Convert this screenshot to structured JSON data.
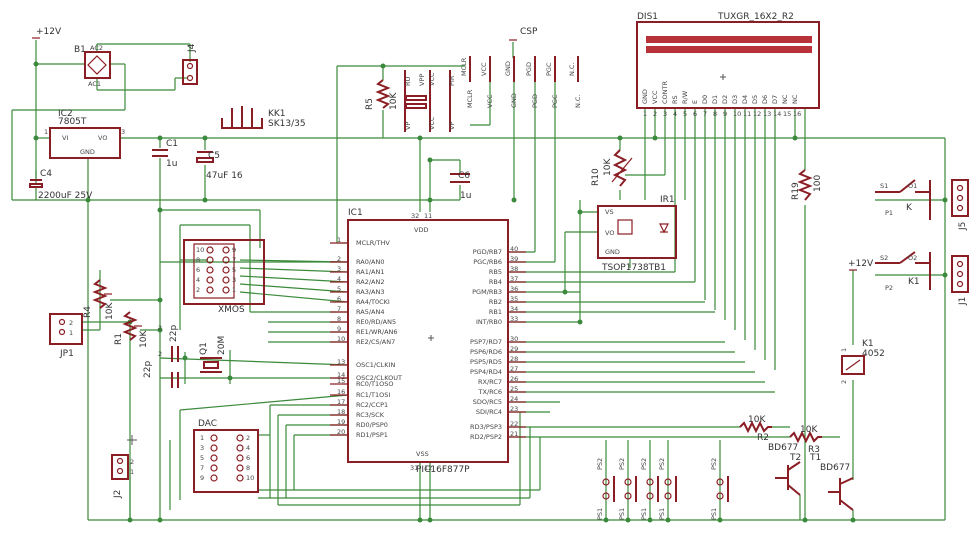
{
  "supply": {
    "v12_left": "+12V",
    "v12_right": "+12V"
  },
  "csp": "CSP",
  "bridge": {
    "name": "B1",
    "ac1": "AC1",
    "ac2": "AC2"
  },
  "j4": "J4",
  "ic2": {
    "name": "IC2",
    "value": "7805T",
    "vi": "VI",
    "vo": "VO",
    "gnd": "GND",
    "pin1": "1",
    "pin3": "3"
  },
  "c4": {
    "name": "C4",
    "value": "2200uF 25V"
  },
  "c1": {
    "name": "C1",
    "value": "1u"
  },
  "c5": {
    "name": "C5",
    "value": "47uF 16"
  },
  "c6": {
    "name": "C6",
    "value": "1u"
  },
  "heatsink": {
    "name": "KK1",
    "value": "SK13/35"
  },
  "r5": {
    "name": "R5",
    "value": "10K"
  },
  "r4": {
    "name": "R4",
    "value": "10K"
  },
  "r1": {
    "name": "R1",
    "value": "10K"
  },
  "r10": {
    "name": "R10",
    "value": "10K"
  },
  "r19": {
    "name": "R19",
    "value": "100"
  },
  "r2": {
    "name": "R2",
    "value": "10K"
  },
  "r3": {
    "name": "R3",
    "value": "10K"
  },
  "xtal": {
    "name": "Q1",
    "value": "20M",
    "c_a": "22p",
    "c_b": "22p",
    "c_a_pos": "2",
    "c_b_pos": "2"
  },
  "csp_pins_top": [
    "MCLR",
    "VCC",
    "GND",
    "PGD",
    "PGC",
    "N.C."
  ],
  "csp_pins_bottom": [
    "MCLR",
    "VCC",
    "GND",
    "PGD",
    "PGC",
    "N.C."
  ],
  "mclr_jumper": [
    "RU",
    "VPP",
    "VCC",
    "PIR"
  ],
  "mclr_jumper_bottom": [
    "VP",
    "VCC",
    "VP"
  ],
  "ic1": {
    "name": "IC1",
    "part": "PIC16F877P",
    "vdd": "VDD",
    "vss": "VSS",
    "pin32": "32",
    "pin11": "11",
    "pin31": "31",
    "pin12": "12",
    "left_pins": [
      {
        "name": "MCLR/THV",
        "num": "1"
      },
      {
        "name": "RA0/AN0",
        "num": "2"
      },
      {
        "name": "RA1/AN1",
        "num": "3"
      },
      {
        "name": "RA2/AN2",
        "num": "4"
      },
      {
        "name": "RA3/AN3",
        "num": "5"
      },
      {
        "name": "RA4/T0CKI",
        "num": "6"
      },
      {
        "name": "RA5/AN4",
        "num": "7"
      },
      {
        "name": "RE0/RD/AN5",
        "num": "8"
      },
      {
        "name": "RE1/WR/AN6",
        "num": "9"
      },
      {
        "name": "RE2/CS/AN7",
        "num": "10"
      },
      {
        "name": "OSC1/CLKIN",
        "num": "13"
      },
      {
        "name": "OSC2/CLKOUT",
        "num": "14"
      },
      {
        "name": "RC0/T1OSO",
        "num": "15"
      },
      {
        "name": "RC1/T1OSI",
        "num": "16"
      },
      {
        "name": "RC2/CCP1",
        "num": "17"
      },
      {
        "name": "RC3/SCK",
        "num": "18"
      },
      {
        "name": "RD0/PSP0",
        "num": "19"
      },
      {
        "name": "RD1/PSP1",
        "num": "20"
      }
    ],
    "right_pins": [
      {
        "name": "PGD/RB7",
        "num": "40"
      },
      {
        "name": "PGC/RB6",
        "num": "39"
      },
      {
        "name": "RB5",
        "num": "38"
      },
      {
        "name": "RB4",
        "num": "37"
      },
      {
        "name": "PGM/RB3",
        "num": "36"
      },
      {
        "name": "RB2",
        "num": "35"
      },
      {
        "name": "RB1",
        "num": "34"
      },
      {
        "name": "INT/RB0",
        "num": "33"
      },
      {
        "name": "PSP7/RD7",
        "num": "30"
      },
      {
        "name": "PSP6/RD6",
        "num": "29"
      },
      {
        "name": "PSP5/RD5",
        "num": "28"
      },
      {
        "name": "PSP4/RD4",
        "num": "27"
      },
      {
        "name": "RX/RC7",
        "num": "26"
      },
      {
        "name": "TX/RC6",
        "num": "25"
      },
      {
        "name": "SDO/RC5",
        "num": "24"
      },
      {
        "name": "SDI/RC4",
        "num": "23"
      },
      {
        "name": "RD3/PSP3",
        "num": "22"
      },
      {
        "name": "RD2/PSP2",
        "num": "21"
      }
    ]
  },
  "xmos": {
    "name": "XMOS",
    "pins_left": [
      "10",
      "8",
      "6",
      "4",
      "2"
    ],
    "pins_right": [
      "9",
      "7",
      "5",
      "3",
      "1"
    ]
  },
  "dac": {
    "name": "DAC",
    "pins_left": [
      "1",
      "3",
      "5",
      "7",
      "9"
    ],
    "pins_right": [
      "2",
      "4",
      "6",
      "8",
      "10"
    ]
  },
  "jp1": {
    "name": "JP1",
    "p1": "1",
    "p2": "2"
  },
  "j2": {
    "name": "J2",
    "p1": "1",
    "p2": "2"
  },
  "lcd": {
    "name": "DIS1",
    "part": "TUXGR_16X2_R2",
    "title": "LCD DISPLAY 16x2",
    "pins": [
      "GND",
      "VCC",
      "CONTR",
      "RS",
      "R/W",
      "E",
      "D0",
      "D1",
      "D2",
      "D3",
      "D4",
      "D5",
      "D6",
      "D7",
      "NC",
      "NC"
    ],
    "nums": [
      "1",
      "2",
      "3",
      "4",
      "5",
      "6",
      "7",
      "8",
      "9",
      "10",
      "11",
      "12",
      "13",
      "14",
      "15",
      "16"
    ]
  },
  "ir": {
    "name": "IR1",
    "part": "TSOP1738TB1",
    "vs": "VS",
    "vo": "VO",
    "gnd": "GND"
  },
  "relays": [
    {
      "s": "S1",
      "o": "O1",
      "p": "P1",
      "k": "K",
      "j": "J5"
    },
    {
      "s": "S2",
      "o": "O2",
      "p": "P2",
      "k": "K1",
      "j": "J1"
    }
  ],
  "k1": {
    "name": "K1",
    "value": "4052",
    "p1": "1",
    "p2": "2"
  },
  "transistors": [
    {
      "name": "T1",
      "part": "BD677"
    },
    {
      "name": "T2",
      "part": "BD677"
    }
  ],
  "buttons": [
    {
      "top": "PS2",
      "bottom": "PS1"
    },
    {
      "top": "PS2",
      "bottom": "PS1"
    },
    {
      "top": "PS2",
      "bottom": "PS1"
    },
    {
      "top": "PS2",
      "bottom": "PS1"
    },
    {
      "top": "PS2",
      "bottom": "PS1"
    }
  ]
}
